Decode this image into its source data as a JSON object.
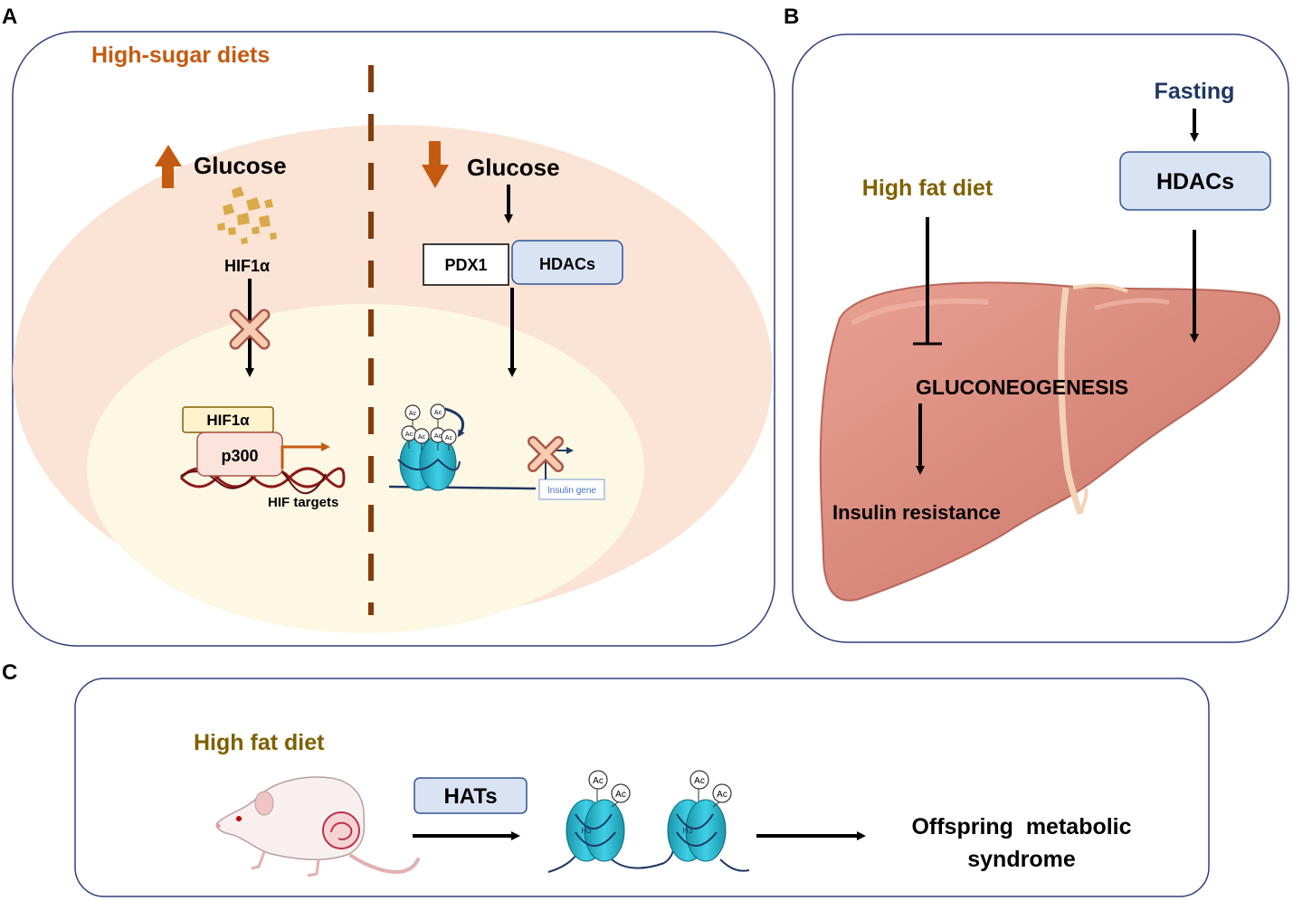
{
  "panels": {
    "a": {
      "letter": "A",
      "title": "High-sugar diets",
      "left": {
        "direction_icon": "arrow-up-icon",
        "glucose": "Glucose",
        "hif_top": "HIF1α",
        "blocked_icon": "cross-mark-icon",
        "hif_box": "HIF1α",
        "p300": "p300",
        "targets": "HIF targets"
      },
      "right": {
        "direction_icon": "arrow-down-icon",
        "glucose": "Glucose",
        "pdx1": "PDX1",
        "hdacs": "HDACs",
        "ac": "Ac",
        "insulin_gene": "Insulin gene",
        "blocked_icon": "cross-mark-icon"
      }
    },
    "b": {
      "letter": "B",
      "fasting": "Fasting",
      "hdacs": "HDACs",
      "high_fat": "High fat diet",
      "gluconeogenesis": "GLUCONEOGENESIS",
      "insulin_resistance": "Insulin resistance",
      "organ_icon": "liver-icon"
    },
    "c": {
      "letter": "C",
      "high_fat": "High fat diet",
      "hats": "HATs",
      "h3": "H3",
      "ac": "Ac",
      "outcome_line1": "Offspring  metabolic",
      "outcome_line2": "syndrome",
      "animal_icon": "pregnant-mouse-icon"
    }
  },
  "colors": {
    "border": "#2f3e7e",
    "sugar_title": "#c55a11",
    "fat_title": "#7f6000",
    "fasting": "#1f3864",
    "cell_outer": "#fbe4d5",
    "cell_inner": "#fdf8e3",
    "box_fill": "#dae3f3",
    "liver": "#d98a7e",
    "nucleosome": "#2ab8d0",
    "dashes": "#843c0c"
  }
}
